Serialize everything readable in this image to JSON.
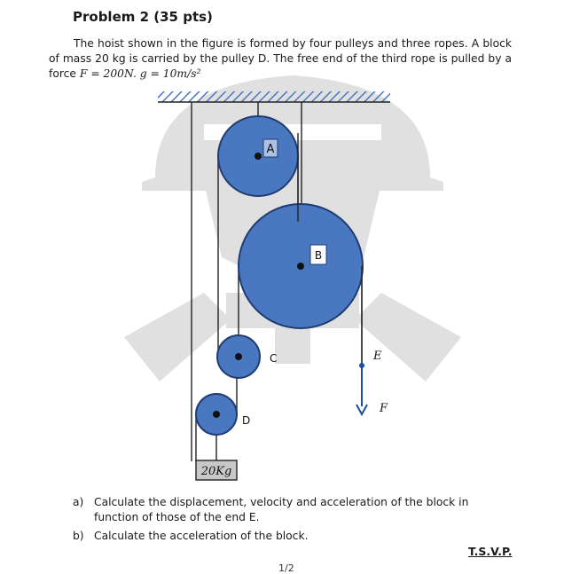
{
  "problem": {
    "title": "Problem 2 (35 pts)",
    "statement_1": "The hoist shown in the figure is formed by four pulleys and three ropes. A block of mass 20 kg is carried by the pulley D. The free end of the third rope is pulled by a force ",
    "force_expr": "F = 200N. g = 10m/s²"
  },
  "figure": {
    "pulley_labels": {
      "a": "A",
      "b": "B",
      "c": "C",
      "d": "D"
    },
    "block_label": "20Kg",
    "end_label": "E",
    "force_label": "F",
    "colors": {
      "pulley_fill": "#4a78c0",
      "pulley_stroke": "#1f3c73",
      "watermark": "#d4d4d4",
      "arrow": "#1a4fa0"
    }
  },
  "questions": {
    "a_letter": "a)",
    "a_text": "Calculate the displacement, velocity and acceleration of the block in function of those of the end E.",
    "b_letter": "b)",
    "b_text": "Calculate the acceleration of the block."
  },
  "footer": {
    "tsvp": "T.S.V.P.",
    "page": "1/2"
  }
}
